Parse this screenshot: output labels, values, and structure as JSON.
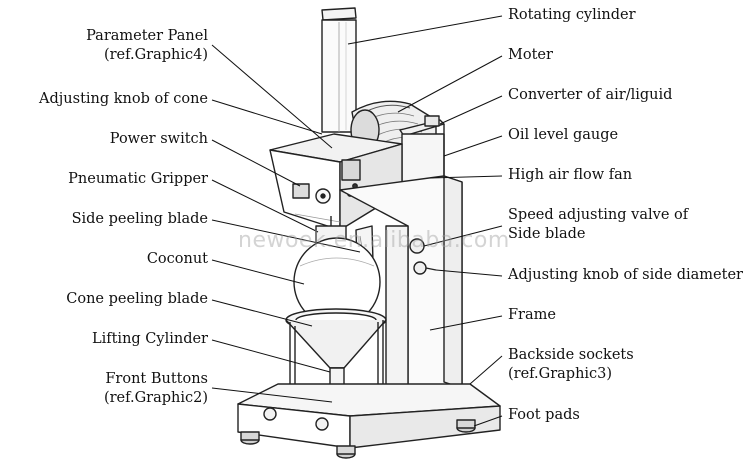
{
  "watermark": "newoek.en.alibaba.com",
  "labels_left": [
    {
      "id": "parameter-panel",
      "line1": "Parameter  Panel",
      "line2": "(ref.Graphic4)"
    },
    {
      "id": "adjusting-knob-cone",
      "line1": "Adjusting knob of cone"
    },
    {
      "id": "power-switch",
      "line1": "Power  switch"
    },
    {
      "id": "pneumatic-gripper",
      "line1": "Pneumatic  Gripper"
    },
    {
      "id": "side-peeling-blade",
      "line1": "Side peeling blade"
    },
    {
      "id": "coconut",
      "line1": "Coconut"
    },
    {
      "id": "cone-peeling-blade",
      "line1": "Cone peeling blade"
    },
    {
      "id": "lifting-cylinder",
      "line1": "Lifting Cylinder"
    },
    {
      "id": "front-buttons",
      "line1": "Front  Buttons",
      "line2": "(ref.Graphic2)"
    }
  ],
  "labels_right": [
    {
      "id": "rotating-cylinder",
      "line1": "Rotating cylinder"
    },
    {
      "id": "moter",
      "line1": "Moter"
    },
    {
      "id": "converter",
      "line1": "Converter of air/liguid"
    },
    {
      "id": "oil-level-gauge",
      "line1": "Oil level gauge"
    },
    {
      "id": "high-air-flow-fan",
      "line1": "High air flow fan"
    },
    {
      "id": "speed-adjusting-valve",
      "line1": "Speed adjusting valve of",
      "line2": "Side blade"
    },
    {
      "id": "adjusting-knob-side",
      "line1": "Adjusting knob of side diameter"
    },
    {
      "id": "frame",
      "line1": "Frame"
    },
    {
      "id": "backside-sockets",
      "line1": "Backside sockets",
      "line2": "(ref.Graphic3)"
    },
    {
      "id": "foot-pads",
      "line1": "Foot pads"
    }
  ]
}
